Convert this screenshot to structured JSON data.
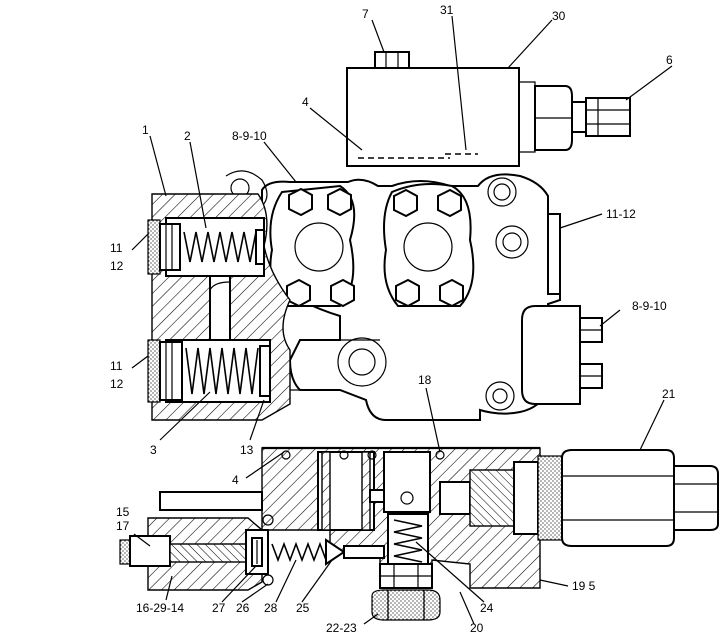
{
  "diagram": {
    "callouts": {
      "c7": "7",
      "c31": "31",
      "c30": "30",
      "c6": "6",
      "c4_top": "4",
      "c8910_top": "8-9-10",
      "c1": "1",
      "c2": "2",
      "c1112_right": "11-12",
      "c11_a": "11",
      "c12_a": "12",
      "c8910_right": "8-9-10",
      "c11_b": "11",
      "c12_b": "12",
      "c18": "18",
      "c3": "3",
      "c13": "13",
      "c21": "21",
      "c4_mid": "4",
      "c15": "15",
      "c17": "17",
      "c16_29_14": "16-29-14",
      "c27": "27",
      "c26": "26",
      "c28": "28",
      "c25": "25",
      "c24": "24",
      "c19_5": "19 5",
      "c22_23": "22-23",
      "c20": "20"
    }
  }
}
